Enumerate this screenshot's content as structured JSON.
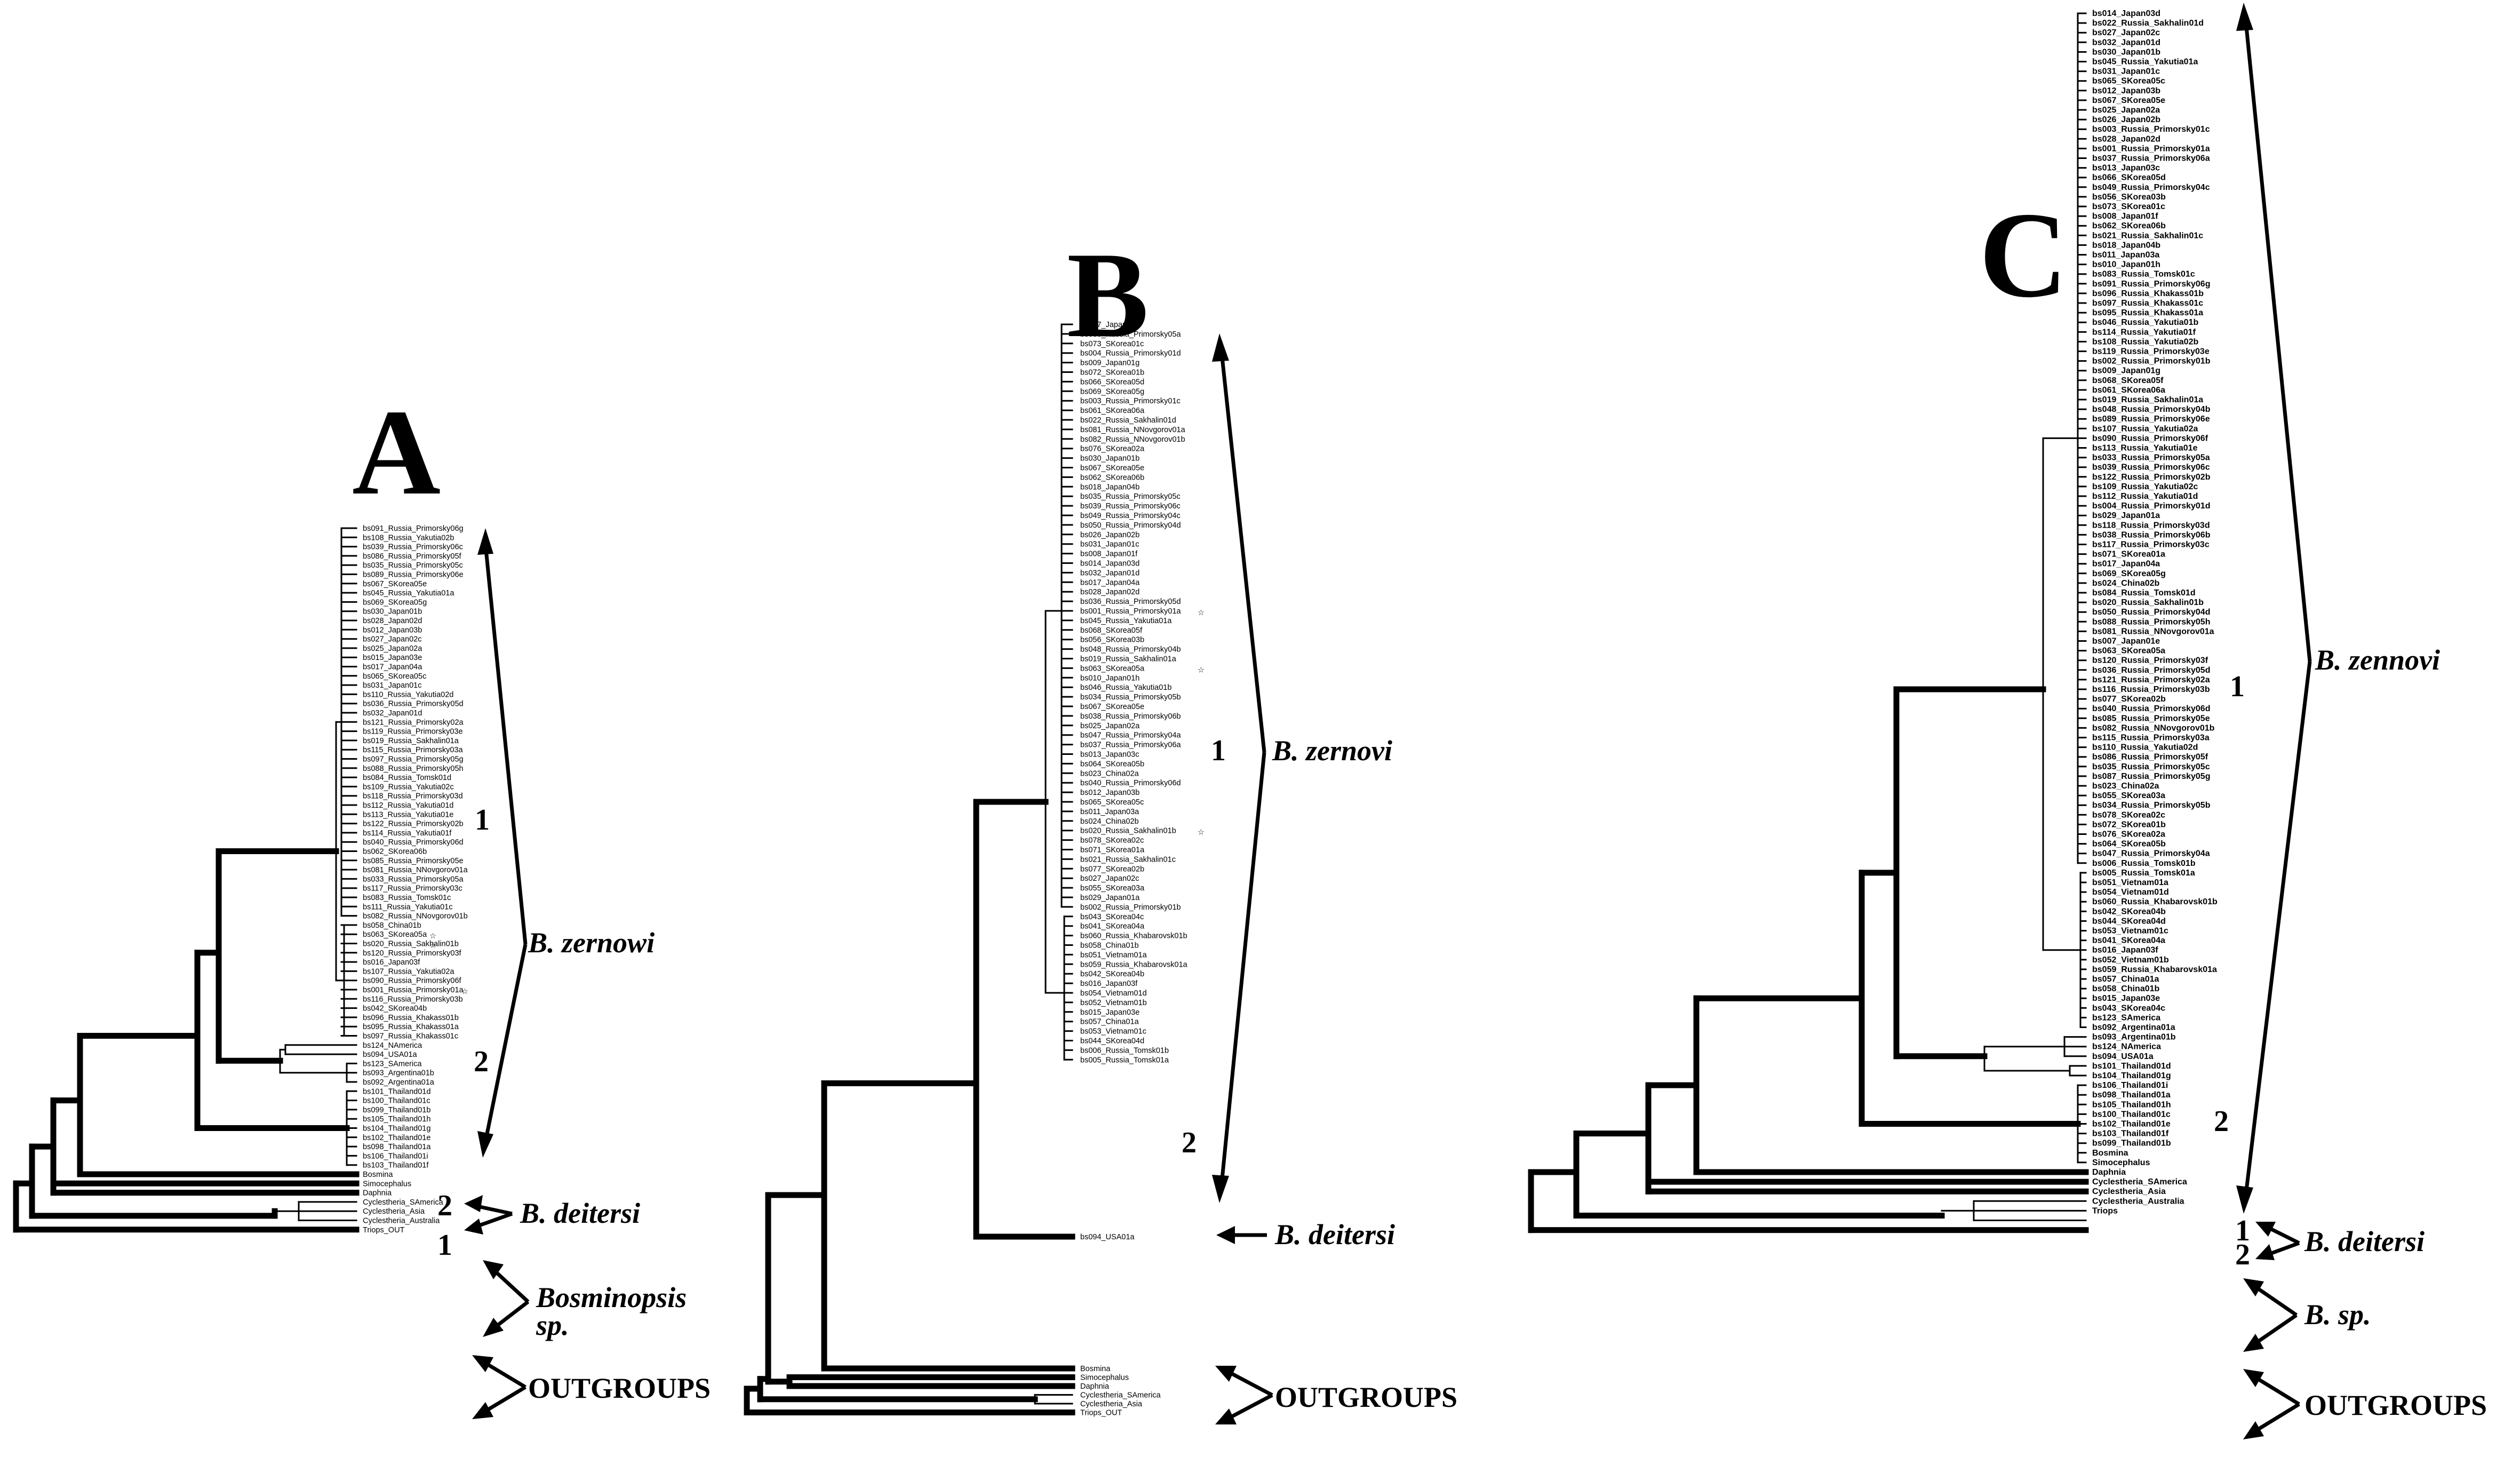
{
  "panels": [
    {
      "label": "A",
      "leaves": [
        "bs091_Russia_Primorsky06g",
        "bs108_Russia_Yakutia02b",
        "bs039_Russia_Primorsky06c",
        "bs086_Russia_Primorsky05f",
        "bs035_Russia_Primorsky05c",
        "bs089_Russia_Primorsky06e",
        "bs067_SKorea05e",
        "bs045_Russia_Yakutia01a",
        "bs069_SKorea05g",
        "bs030_Japan01b",
        "bs028_Japan02d",
        "bs012_Japan03b",
        "bs027_Japan02c",
        "bs025_Japan02a",
        "bs015_Japan03e",
        "bs017_Japan04a",
        "bs065_SKorea05c",
        "bs031_Japan01c",
        "bs110_Russia_Yakutia02d",
        "bs036_Russia_Primorsky05d",
        "bs032_Japan01d",
        "bs121_Russia_Primorsky02a",
        "bs119_Russia_Primorsky03e",
        "bs019_Russia_Sakhalin01a",
        "bs115_Russia_Primorsky03a",
        "bs097_Russia_Primorsky05g",
        "bs088_Russia_Primorsky05h",
        "bs084_Russia_Tomsk01d",
        "bs109_Russia_Yakutia02c",
        "bs118_Russia_Primorsky03d",
        "bs112_Russia_Yakutia01d",
        "bs113_Russia_Yakutia01e",
        "bs122_Russia_Primorsky02b",
        "bs114_Russia_Yakutia01f",
        "bs040_Russia_Primorsky06d",
        "bs062_SKorea06b",
        "bs085_Russia_Primorsky05e",
        "bs081_Russia_NNovgorov01a",
        "bs033_Russia_Primorsky05a",
        "bs117_Russia_Primorsky03c",
        "bs083_Russia_Tomsk01c",
        "bs111_Russia_Yakutia01c",
        "bs082_Russia_NNovgorov01b",
        "bs058_China01b",
        "bs063_SKorea05a",
        "bs020_Russia_Sakhalin01b",
        "bs120_Russia_Primorsky03f",
        "bs016_Japan03f",
        "bs107_Russia_Yakutia02a",
        "bs090_Russia_Primorsky06f",
        "bs001_Russia_Primorsky01a",
        "bs116_Russia_Primorsky03b",
        "bs042_SKorea04b",
        "bs096_Russia_Khakass01b",
        "bs095_Russia_Khakass01a",
        "bs097_Russia_Khakass01c",
        "bs124_NAmerica",
        "bs094_USA01a",
        "bs123_SAmerica",
        "bs093_Argentina01b",
        "bs092_Argentina01a",
        "bs101_Thailand01d",
        "bs100_Thailand01c",
        "bs099_Thailand01b",
        "bs105_Thailand01h",
        "bs104_Thailand01g",
        "bs102_Thailand01e",
        "bs098_Thailand01a",
        "bs106_Thailand01i",
        "bs103_Thailand01f",
        "Bosmina",
        "Simocephalus",
        "Daphnia",
        "Cyclestheria_SAmerica",
        "Cyclestheria_Asia",
        "Cyclestheria_Australia",
        "Triops_OUT"
      ],
      "annotations": {
        "zernowi": "B. zernowi",
        "deitersi": "B. deitersi",
        "bosminopsis": "Bosminopsis",
        "sp": "sp.",
        "outgroups": "OUTGROUPS",
        "n1": "1",
        "n2": "2",
        "n3": "2",
        "n4": "1"
      }
    },
    {
      "label": "B",
      "leaves": [
        "bs007_Japan01e",
        "bs033_Russia_Primorsky05a",
        "bs073_SKorea01c",
        "bs004_Russia_Primorsky01d",
        "bs009_Japan01g",
        "bs072_SKorea01b",
        "bs066_SKorea05d",
        "bs069_SKorea05g",
        "bs003_Russia_Primorsky01c",
        "bs061_SKorea06a",
        "bs022_Russia_Sakhalin01d",
        "bs081_Russia_NNovgorov01a",
        "bs082_Russia_NNovgorov01b",
        "bs076_SKorea02a",
        "bs030_Japan01b",
        "bs067_SKorea05e",
        "bs062_SKorea06b",
        "bs018_Japan04b",
        "bs035_Russia_Primorsky05c",
        "bs039_Russia_Primorsky06c",
        "bs049_Russia_Primorsky04c",
        "bs050_Russia_Primorsky04d",
        "bs026_Japan02b",
        "bs031_Japan01c",
        "bs008_Japan01f",
        "bs014_Japan03d",
        "bs032_Japan01d",
        "bs017_Japan04a",
        "bs028_Japan02d",
        "bs036_Russia_Primorsky05d",
        "bs001_Russia_Primorsky01a",
        "bs045_Russia_Yakutia01a",
        "bs068_SKorea05f",
        "bs056_SKorea03b",
        "bs048_Russia_Primorsky04b",
        "bs019_Russia_Sakhalin01a",
        "bs063_SKorea05a",
        "bs010_Japan01h",
        "bs046_Russia_Yakutia01b",
        "bs034_Russia_Primorsky05b",
        "bs067_SKorea05e",
        "bs038_Russia_Primorsky06b",
        "bs025_Japan02a",
        "bs047_Russia_Primorsky04a",
        "bs037_Russia_Primorsky06a",
        "bs013_Japan03c",
        "bs064_SKorea05b",
        "bs023_China02a",
        "bs040_Russia_Primorsky06d",
        "bs012_Japan03b",
        "bs065_SKorea05c",
        "bs011_Japan03a",
        "bs024_China02b",
        "bs020_Russia_Sakhalin01b",
        "bs078_SKorea02c",
        "bs071_SKorea01a",
        "bs021_Russia_Sakhalin01c",
        "bs077_SKorea02b",
        "bs027_Japan02c",
        "bs055_SKorea03a",
        "bs029_Japan01a",
        "bs002_Russia_Primorsky01b",
        "bs043_SKorea04c",
        "bs041_SKorea04a",
        "bs060_Russia_Khabarovsk01b",
        "bs058_China01b",
        "bs051_Vietnam01a",
        "bs059_Russia_Khabarovsk01a",
        "bs042_SKorea04b",
        "bs016_Japan03f",
        "bs054_Vietnam01d",
        "bs052_Vietnam01b",
        "bs015_Japan03e",
        "bs057_China01a",
        "bs053_Vietnam01c",
        "bs044_SKorea04d",
        "bs006_Russia_Tomsk01b",
        "bs005_Russia_Tomsk01a"
      ],
      "single": "bs094_USA01a",
      "outgroups": [
        "Bosmina",
        "Simocephalus",
        "Daphnia",
        "Cyclestheria_SAmerica",
        "Cyclestheria_Asia",
        "Triops_OUT"
      ],
      "annotations": {
        "zernovi": "B. zernovi",
        "deitersi": "B. deitersi",
        "outgroups": "OUTGROUPS",
        "n1": "1",
        "n2": "2"
      }
    },
    {
      "label": "C",
      "leaves": [
        "bs014_Japan03d",
        "bs022_Russia_Sakhalin01d",
        "bs027_Japan02c",
        "bs032_Japan01d",
        "bs030_Japan01b",
        "bs045_Russia_Yakutia01a",
        "bs031_Japan01c",
        "bs065_SKorea05c",
        "bs012_Japan03b",
        "bs067_SKorea05e",
        "bs025_Japan02a",
        "bs026_Japan02b",
        "bs003_Russia_Primorsky01c",
        "bs028_Japan02d",
        "bs001_Russia_Primorsky01a",
        "bs037_Russia_Primorsky06a",
        "bs013_Japan03c",
        "bs066_SKorea05d",
        "bs049_Russia_Primorsky04c",
        "bs056_SKorea03b",
        "bs073_SKorea01c",
        "bs008_Japan01f",
        "bs062_SKorea06b",
        "bs021_Russia_Sakhalin01c",
        "bs018_Japan04b",
        "bs011_Japan03a",
        "bs010_Japan01h",
        "bs083_Russia_Tomsk01c",
        "bs091_Russia_Primorsky06g",
        "bs096_Russia_Khakass01b",
        "bs097_Russia_Khakass01c",
        "bs095_Russia_Khakass01a",
        "bs046_Russia_Yakutia01b",
        "bs114_Russia_Yakutia01f",
        "bs108_Russia_Yakutia02b",
        "bs119_Russia_Primorsky03e",
        "bs002_Russia_Primorsky01b",
        "bs009_Japan01g",
        "bs068_SKorea05f",
        "bs061_SKorea06a",
        "bs019_Russia_Sakhalin01a",
        "bs048_Russia_Primorsky04b",
        "bs089_Russia_Primorsky06e",
        "bs107_Russia_Yakutia02a",
        "bs090_Russia_Primorsky06f",
        "bs113_Russia_Yakutia01e",
        "bs033_Russia_Primorsky05a",
        "bs039_Russia_Primorsky06c",
        "bs122_Russia_Primorsky02b",
        "bs109_Russia_Yakutia02c",
        "bs112_Russia_Yakutia01d",
        "bs004_Russia_Primorsky01d",
        "bs029_Japan01a",
        "bs118_Russia_Primorsky03d",
        "bs038_Russia_Primorsky06b",
        "bs117_Russia_Primorsky03c",
        "bs071_SKorea01a",
        "bs017_Japan04a",
        "bs069_SKorea05g",
        "bs024_China02b",
        "bs084_Russia_Tomsk01d",
        "bs020_Russia_Sakhalin01b",
        "bs050_Russia_Primorsky04d",
        "bs088_Russia_Primorsky05h",
        "bs081_Russia_NNovgorov01a",
        "bs007_Japan01e",
        "bs063_SKorea05a",
        "bs120_Russia_Primorsky03f",
        "bs036_Russia_Primorsky05d",
        "bs121_Russia_Primorsky02a",
        "bs116_Russia_Primorsky03b",
        "bs077_SKorea02b",
        "bs040_Russia_Primorsky06d",
        "bs085_Russia_Primorsky05e",
        "bs082_Russia_NNovgorov01b",
        "bs115_Russia_Primorsky03a",
        "bs110_Russia_Yakutia02d",
        "bs086_Russia_Primorsky05f",
        "bs035_Russia_Primorsky05c",
        "bs087_Russia_Primorsky05g",
        "bs023_China02a",
        "bs055_SKorea03a",
        "bs034_Russia_Primorsky05b",
        "bs078_SKorea02c",
        "bs072_SKorea01b",
        "bs076_SKorea02a",
        "bs064_SKorea05b",
        "bs047_Russia_Primorsky04a",
        "bs006_Russia_Tomsk01b",
        "bs005_Russia_Tomsk01a",
        "bs051_Vietnam01a",
        "bs054_Vietnam01d",
        "bs060_Russia_Khabarovsk01b",
        "bs042_SKorea04b",
        "bs044_SKorea04d",
        "bs053_Vietnam01c",
        "bs041_SKorea04a",
        "bs016_Japan03f",
        "bs052_Vietnam01b",
        "bs059_Russia_Khabarovsk01a",
        "bs057_China01a",
        "bs058_China01b",
        "bs015_Japan03e",
        "bs043_SKorea04c",
        "bs123_SAmerica",
        "bs092_Argentina01a",
        "bs093_Argentina01b",
        "bs124_NAmerica",
        "bs094_USA01a",
        "bs101_Thailand01d",
        "bs104_Thailand01g",
        "bs106_Thailand01i",
        "bs098_Thailand01a",
        "bs105_Thailand01h",
        "bs100_Thailand01c",
        "bs102_Thailand01e",
        "bs103_Thailand01f",
        "bs099_Thailand01b",
        "Bosmina",
        "Simocephalus",
        "Daphnia",
        "Cyclestheria_SAmerica",
        "Cyclestheria_Asia",
        "Cyclestheria_Australia",
        "Triops"
      ],
      "annotations": {
        "zennovi": "B. zennovi",
        "deitersi": "B. deitersi",
        "bsp": "B. sp.",
        "outgroups": "OUTGROUPS",
        "n1": "1",
        "n2": "2",
        "n3": "1",
        "n4": "2"
      }
    }
  ]
}
